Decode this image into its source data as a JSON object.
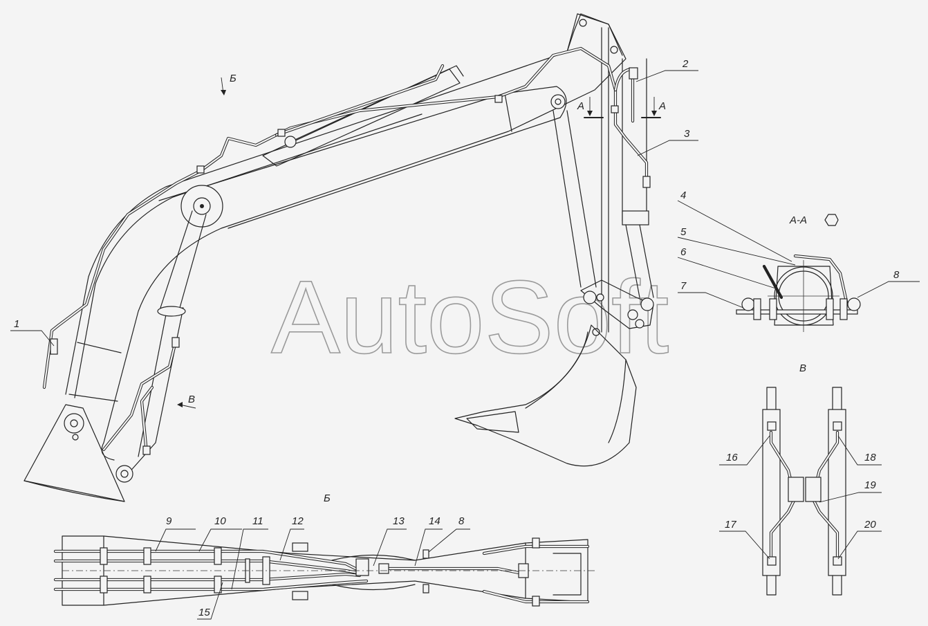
{
  "watermark": "AutoSoft",
  "views": {
    "view_b_title": "Б",
    "view_b_arrow": "Б",
    "view_v_title": "В",
    "view_v_arrow": "В",
    "section_title": "А-А",
    "section_mark_left": "А",
    "section_mark_right": "А"
  },
  "callouts": [
    "1",
    "2",
    "3",
    "4",
    "5",
    "6",
    "7",
    "8",
    "9",
    "10",
    "11",
    "12",
    "13",
    "14",
    "8",
    "15",
    "16",
    "17",
    "18",
    "19",
    "20"
  ]
}
